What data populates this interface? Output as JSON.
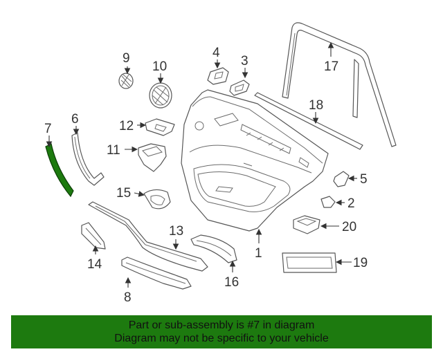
{
  "highlight_color": "#1d7a0f",
  "callouts": {
    "p1": "1",
    "p2": "2",
    "p3": "3",
    "p4": "4",
    "p5": "5",
    "p6": "6",
    "p7": "7",
    "p8": "8",
    "p9": "9",
    "p10": "10",
    "p11": "11",
    "p12": "12",
    "p13": "13",
    "p14": "14",
    "p15": "15",
    "p16": "16",
    "p17": "17",
    "p18": "18",
    "p19": "19",
    "p20": "20"
  },
  "banner": {
    "line1": "Part or sub-assembly is #7 in diagram",
    "line2": "Diagram may not be specific to your vehicle"
  }
}
